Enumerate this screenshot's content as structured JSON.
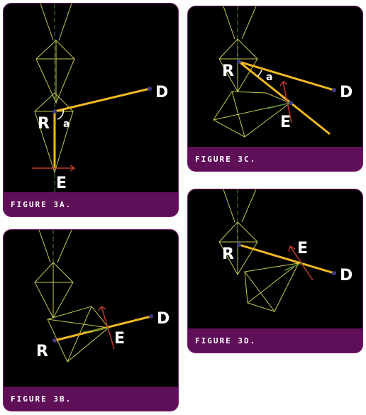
{
  "colors": {
    "background": "#000000",
    "caption_bar": "#5e0f58",
    "segment": "#f0b820",
    "wireframe": "#c8c850",
    "red_arrow": "#c0392b",
    "green_arrow": "#4a8a3a",
    "joint": "#3a3a8a"
  },
  "figures": {
    "fig3a": {
      "caption": "FIGURE 3A.",
      "label_R": "R",
      "label_D": "D",
      "label_E": "E",
      "label_a": "a"
    },
    "fig3b": {
      "caption": "FIGURE 3B.",
      "label_R": "R",
      "label_D": "D",
      "label_E": "E"
    },
    "fig3c": {
      "caption": "FIGURE 3C.",
      "label_R": "R",
      "label_D": "D",
      "label_E": "E",
      "label_a": "a"
    },
    "fig3d": {
      "caption": "FIGURE 3D.",
      "label_R": "R",
      "label_D": "D",
      "label_E": "E"
    }
  }
}
